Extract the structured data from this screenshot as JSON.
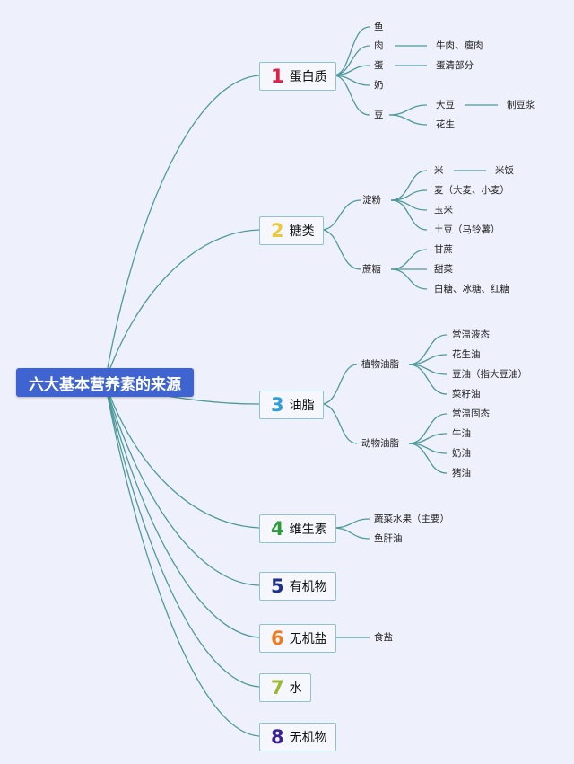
{
  "root": "六大基本营养素的来源",
  "categories": [
    {
      "num": "1",
      "label": "蛋白质",
      "color": "#d8234a"
    },
    {
      "num": "2",
      "label": "糖类",
      "color": "#ecc93a"
    },
    {
      "num": "3",
      "label": "油脂",
      "color": "#2e9fd8"
    },
    {
      "num": "4",
      "label": "维生素",
      "color": "#2e9a3b"
    },
    {
      "num": "5",
      "label": "有机物",
      "color": "#1e2f8c"
    },
    {
      "num": "6",
      "label": "无机盐",
      "color": "#f07a1e"
    },
    {
      "num": "7",
      "label": "水",
      "color": "#9bb82e"
    },
    {
      "num": "8",
      "label": "无机物",
      "color": "#3a2098"
    }
  ],
  "protein": {
    "fish": "鱼",
    "meat": "肉",
    "meat_detail": "牛肉、瘦肉",
    "egg": "蛋",
    "egg_detail": "蛋清部分",
    "milk": "奶",
    "bean": "豆",
    "soybean": "大豆",
    "soymilk": "制豆浆",
    "peanut": "花生"
  },
  "sugar": {
    "starch": "淀粉",
    "rice": "米",
    "rice_detail": "米饭",
    "wheat": "麦（大麦、小麦）",
    "corn": "玉米",
    "potato": "土豆（马铃薯）",
    "sucrose": "蔗糖",
    "sugarcane": "甘蔗",
    "beet": "甜菜",
    "sugars": "白糖、冰糖、红糖"
  },
  "fat": {
    "plant": "植物油脂",
    "plant_state": "常温液态",
    "peanut_oil": "花生油",
    "soy_oil": "豆油（指大豆油）",
    "rapeseed_oil": "菜籽油",
    "animal": "动物油脂",
    "animal_state": "常温固态",
    "butter": "牛油",
    "cream": "奶油",
    "lard": "猪油"
  },
  "vitamin": {
    "veg_fruit": "蔬菜水果（主要）",
    "cod_liver_oil": "鱼肝油"
  },
  "salt": {
    "table_salt": "食盐"
  },
  "colors": {
    "line": "#4e9a9a",
    "root_bg": "#3f63cf",
    "background": "#eef0fb"
  }
}
